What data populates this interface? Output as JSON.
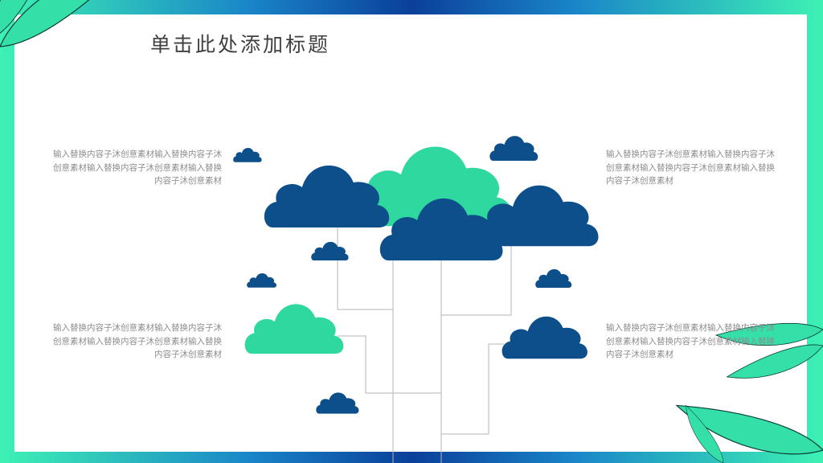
{
  "slide": {
    "title": "单击此处添加标题",
    "text_blocks": [
      "输入替换内容子沐创意素材输入替换内容子沐创意素材输入替换内容子沐创意素材输入替换内容子沐创意素材",
      "输入替换内容子沐创意素材输入替换内容子沐创意素材输入替换内容子沐创意素材输入替换内容子沐创意素材",
      "输入替换内容子沐创意素材输入替换内容子沐创意素材输入替换内容子沐创意素材输入替换内容子沐创意素材",
      "输入替换内容子沐创意素材输入替换内容子沐创意素材输入替换内容子沐创意素材输入替换内容子沐创意素材"
    ]
  },
  "colors": {
    "navy_cloud": "#0d4f8b",
    "mint_cloud": "#2fd89e",
    "frame_edge": "#3df2b4",
    "frame_center": "#0a3f9a",
    "connector": "#b5b5b5",
    "leaf": "#34e0a8"
  }
}
